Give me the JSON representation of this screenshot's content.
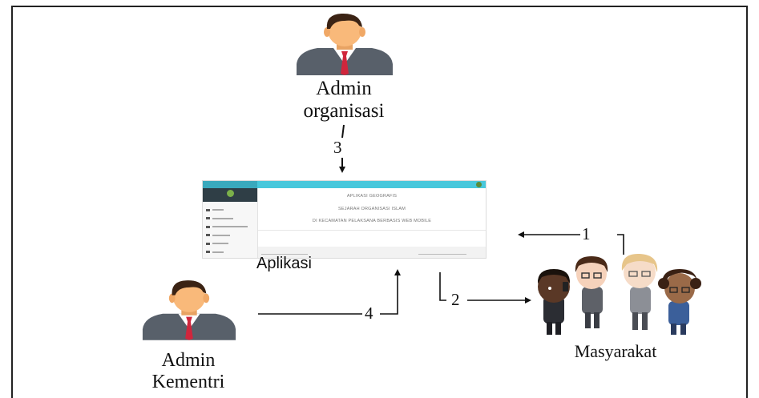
{
  "nodes": {
    "admin_organisasi": "Admin\norganisasi",
    "aplikasi": "Aplikasi",
    "admin_kementri": "Admin\nKementri",
    "masyarakat": "Masyarakat"
  },
  "edges": {
    "e1": "1",
    "e2": "2",
    "e3": "3",
    "e4": "4"
  },
  "app": {
    "lines": [
      "APLIKASI GEOGRAFIS",
      "SEJARAH ORGANISASI ISLAM",
      "DI KECAMATAN PELAKSANA BERBASIS WEB MOBILE"
    ]
  },
  "colors": {
    "skin": "#F9B97A",
    "hair": "#3B2314",
    "suit": "#58606A",
    "tie": "#D0263C",
    "app_header": "#48C8DC",
    "line": "#111111"
  }
}
